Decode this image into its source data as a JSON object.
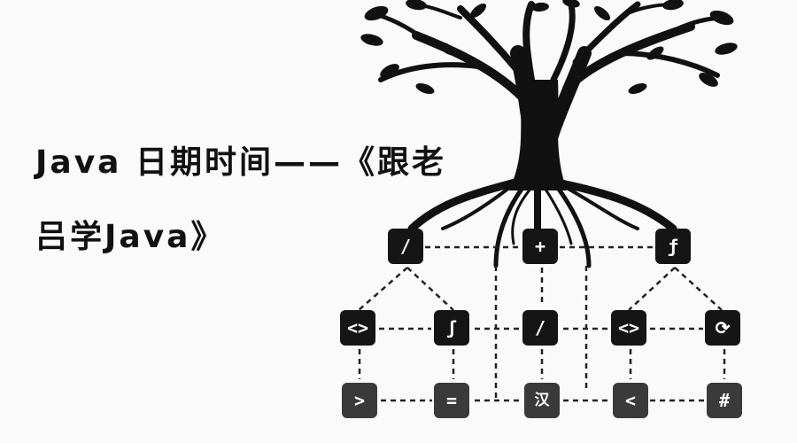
{
  "title": {
    "line1": "Java 日期时间——《跟老",
    "line2": "吕学Java》"
  },
  "nodes": {
    "top_left": "/",
    "top_mid": "+",
    "top_right": "ƒ",
    "mid_1": "<>",
    "mid_2": "ʃ",
    "mid_3": "/",
    "mid_4": "<>",
    "mid_6": "⟳",
    "bot_1": ">",
    "bot_2": "=",
    "bot_3": "汉",
    "bot_4": "<",
    "bot_5": "#"
  },
  "icons": [
    "tree-illustration",
    "node-icons"
  ],
  "colors": {
    "background": "#fafafa",
    "ink": "#111111",
    "node": "#151515"
  }
}
